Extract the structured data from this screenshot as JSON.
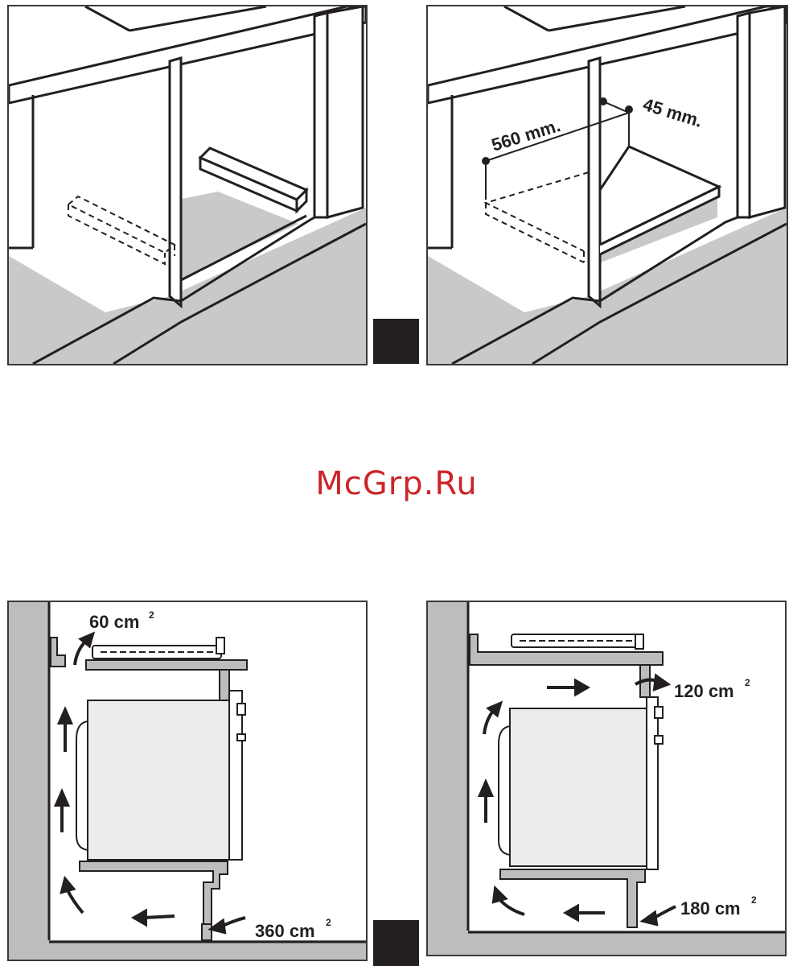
{
  "watermark": {
    "text": "McGrp.Ru",
    "color": "#cc2428"
  },
  "figure_top_right": {
    "dimension_width": "560 mm.",
    "dimension_depth": "45 mm."
  },
  "figure_bottom_left": {
    "vent_top_value": "60 cm",
    "vent_top_exponent": "2",
    "vent_bottom_value": "360 cm",
    "vent_bottom_exponent": "2"
  },
  "figure_bottom_right": {
    "vent_top_value": "120 cm",
    "vent_top_exponent": "2",
    "vent_bottom_value": "180 cm",
    "vent_bottom_exponent": "2"
  },
  "colors": {
    "floor_grey": "#c9c9c9",
    "line_dark": "#231f20",
    "panel_grey": "#bdbdbd",
    "accent_red": "#cc2428"
  }
}
